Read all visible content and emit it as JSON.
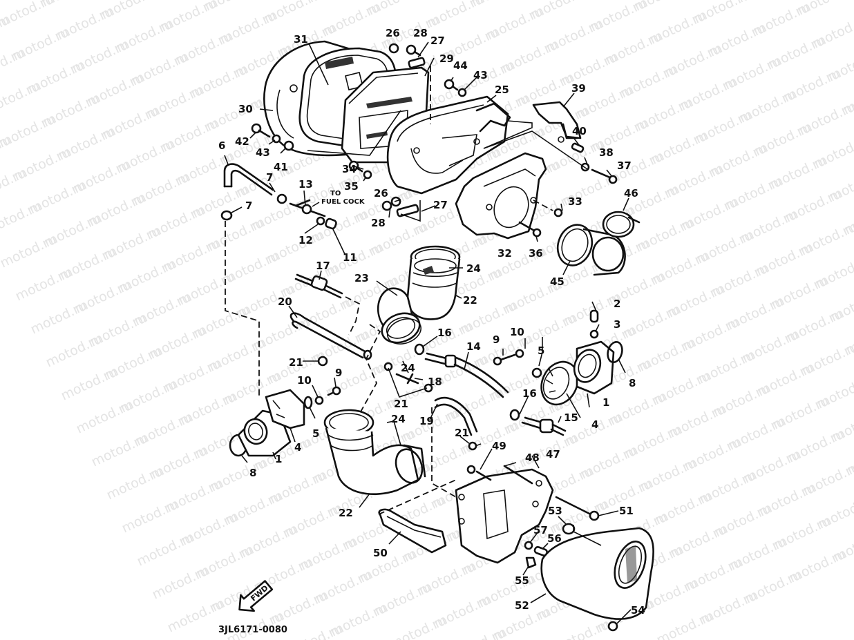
{
  "watermark": {
    "text": "motod.ru",
    "color": "#e4e4e4"
  },
  "diagram": {
    "title": "Intake / Air Filter Assembly (exploded view)",
    "diagram_code": "3JL6171-0080",
    "direction_arrow": "FWD",
    "note_fuel": {
      "line1": "TO",
      "line2": "FUEL COCK"
    },
    "ink_color": "#111111"
  },
  "labels": {
    "p1a": "1",
    "p1b": "1",
    "p2": "2",
    "p3": "3",
    "p4a": "4",
    "p4b": "4",
    "p5a": "5",
    "p5b": "5",
    "p6": "6",
    "p7a": "7",
    "p7b": "7",
    "p8a": "8",
    "p8b": "8",
    "p9a": "9",
    "p9b": "9",
    "p10a": "10",
    "p10b": "10",
    "p11": "11",
    "p12": "12",
    "p13": "13",
    "p14": "14",
    "p15": "15",
    "p16a": "16",
    "p16b": "16",
    "p17": "17",
    "p18": "18",
    "p19": "19",
    "p20": "20",
    "p21a": "21",
    "p21b": "21",
    "p21c": "21",
    "p22a": "22",
    "p22b": "22",
    "p23": "23",
    "p24a": "24",
    "p24b": "24",
    "p24c": "24",
    "p25": "25",
    "p26a": "26",
    "p26b": "26",
    "p27a": "27",
    "p27b": "27",
    "p28a": "28",
    "p28b": "28",
    "p29": "29",
    "p30": "30",
    "p31": "31",
    "p32": "32",
    "p33": "33",
    "p34": "34",
    "p35": "35",
    "p36": "36",
    "p37": "37",
    "p38": "38",
    "p39": "39",
    "p40": "40",
    "p41": "41",
    "p42": "42",
    "p43a": "43",
    "p43b": "43",
    "p44": "44",
    "p45": "45",
    "p46": "46",
    "p47": "47",
    "p48": "48",
    "p49": "49",
    "p50": "50",
    "p51": "51",
    "p52": "52",
    "p53": "53",
    "p54": "54",
    "p55": "55",
    "p56": "56",
    "p57": "57"
  }
}
